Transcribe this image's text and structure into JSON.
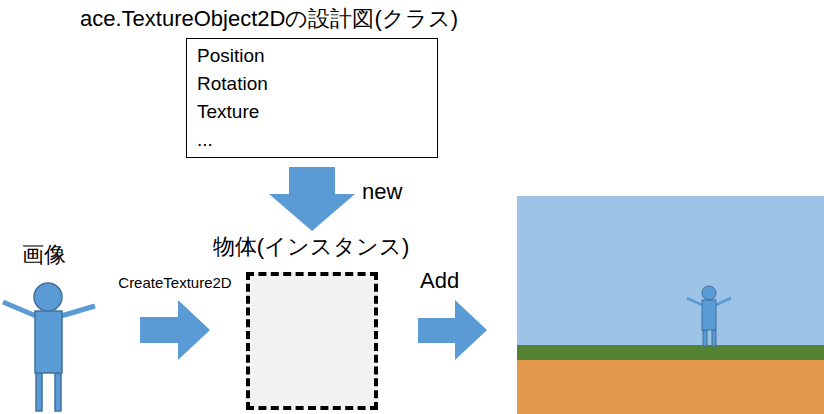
{
  "diagram": {
    "nodes": [
      {
        "text": [
          "ace.TextureObject2Dの設計図(クラス)",
          "Position",
          "Rotation",
          "Texture",
          "..."
        ]
      },
      {
        "text": [
          "画像"
        ]
      },
      {
        "text": [
          "物体(インスタンス)"
        ]
      }
    ],
    "edges": [
      {
        "from": 0,
        "to": 2,
        "label": "new",
        "arrow": "to"
      },
      {
        "from": 1,
        "to": 2,
        "label": "CreateTexture2D",
        "arrow": "to"
      }
    ],
    "labels": [
      "Add"
    ]
  }
}
